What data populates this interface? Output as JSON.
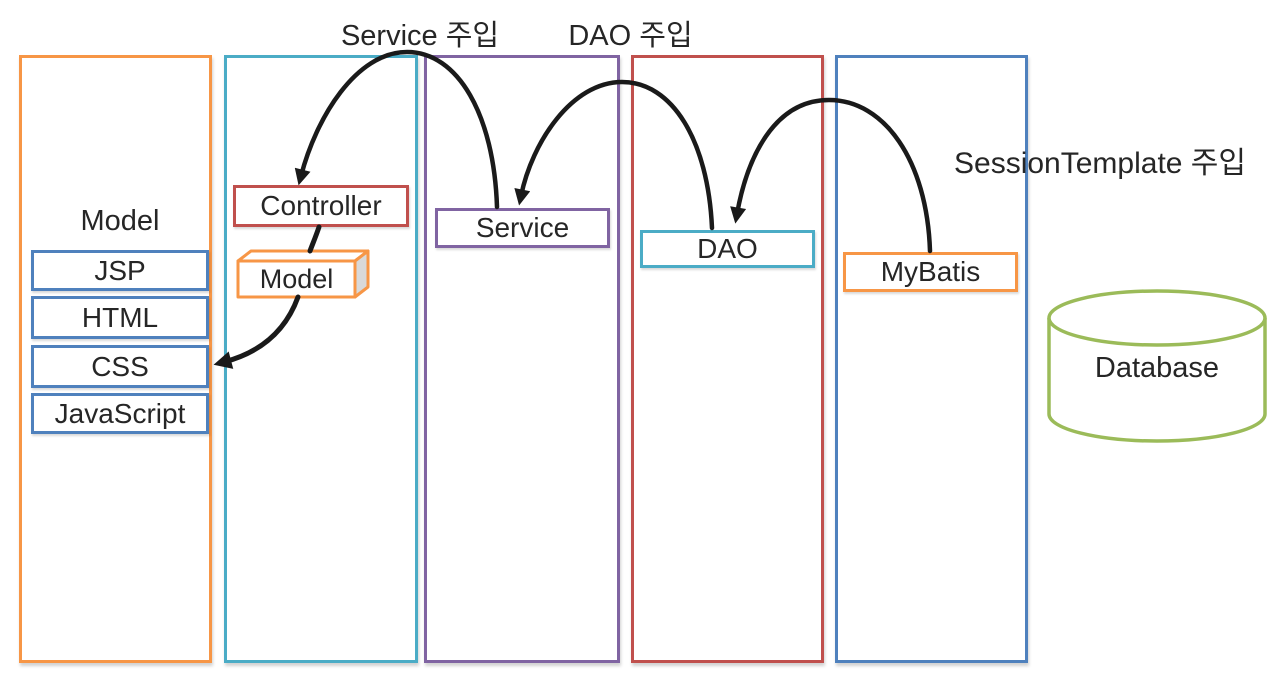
{
  "colors": {
    "orange": "#F79646",
    "cyan": "#4BACC6",
    "purple": "#8064A2",
    "red": "#C0504D",
    "blue": "#4F81BD",
    "green": "#9BBB59",
    "gray": "#D9D9D9",
    "arrow": "#1A1A1A",
    "text": "#262626"
  },
  "annotations": {
    "service_injection": "Service 주입",
    "dao_injection": "DAO 주입",
    "session_template_injection": "SessionTemplate 주입"
  },
  "view_layer": {
    "heading": "Model",
    "items": [
      "JSP",
      "HTML",
      "CSS",
      "JavaScript"
    ]
  },
  "components": {
    "controller": "Controller",
    "model": "Model",
    "service": "Service",
    "dao": "DAO",
    "mybatis": "MyBatis",
    "database": "Database"
  }
}
